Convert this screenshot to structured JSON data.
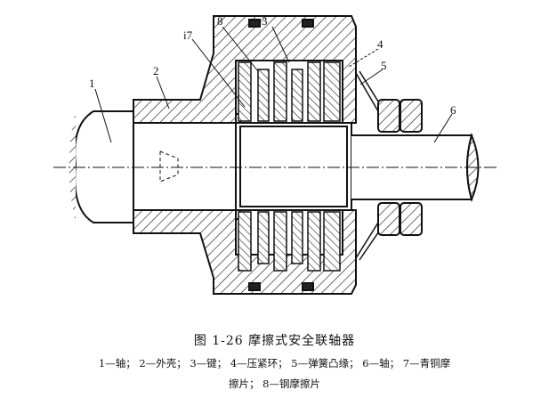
{
  "figure": {
    "labels": [
      "1",
      "2",
      "i7",
      "8",
      "3",
      "4",
      "5",
      "6"
    ],
    "title": "图 1-26   摩擦式安全联轴器",
    "legend_line1": "1—轴； 2—外壳； 3—键； 4—压紧环； 5—弹簧凸缘； 6—轴； 7—青铜摩",
    "legend_line2": "擦片； 8—钢摩擦片"
  }
}
